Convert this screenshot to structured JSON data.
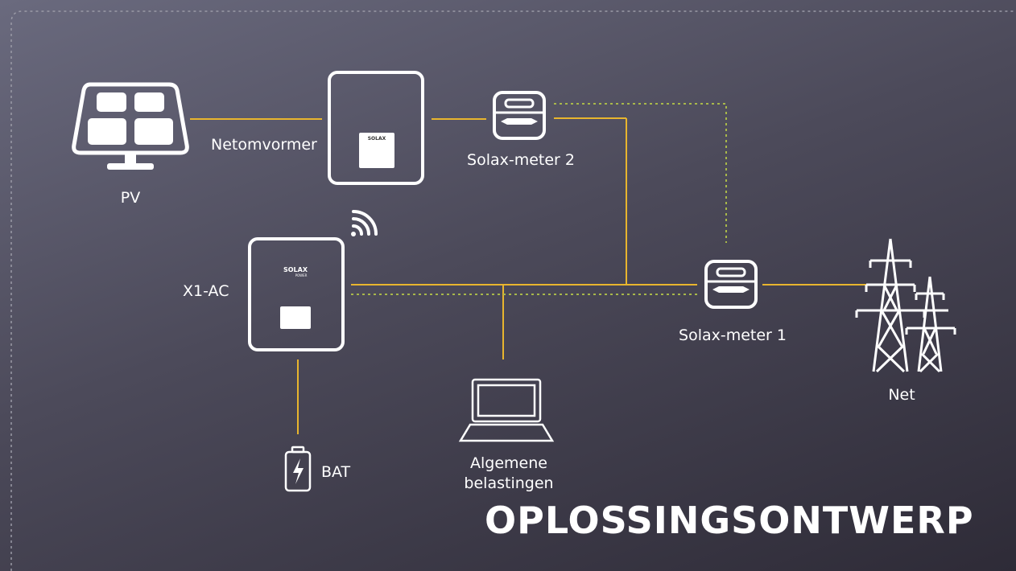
{
  "title": "OPLOSSINGSONTWERP",
  "labels": {
    "pv": "PV",
    "netomvormer": "Netomvormer",
    "meter2": "Solax-meter 2",
    "x1ac": "X1-AC",
    "meter1": "Solax-meter 1",
    "net": "Net",
    "bat": "BAT",
    "loads_line1": "Algemene",
    "loads_line2": "belastingen"
  },
  "device_brand": "SOLAX",
  "device_brand_sub": "POWER",
  "colors": {
    "power_line": "#e8b52e",
    "comm_line": "#a8b84a",
    "icon": "#ffffff",
    "border": "#9a9aa6"
  },
  "icons": [
    "solar-panel-icon",
    "inverter-icon",
    "meter-icon",
    "wifi-icon",
    "battery-icon",
    "laptop-icon",
    "transmission-tower-icon"
  ]
}
